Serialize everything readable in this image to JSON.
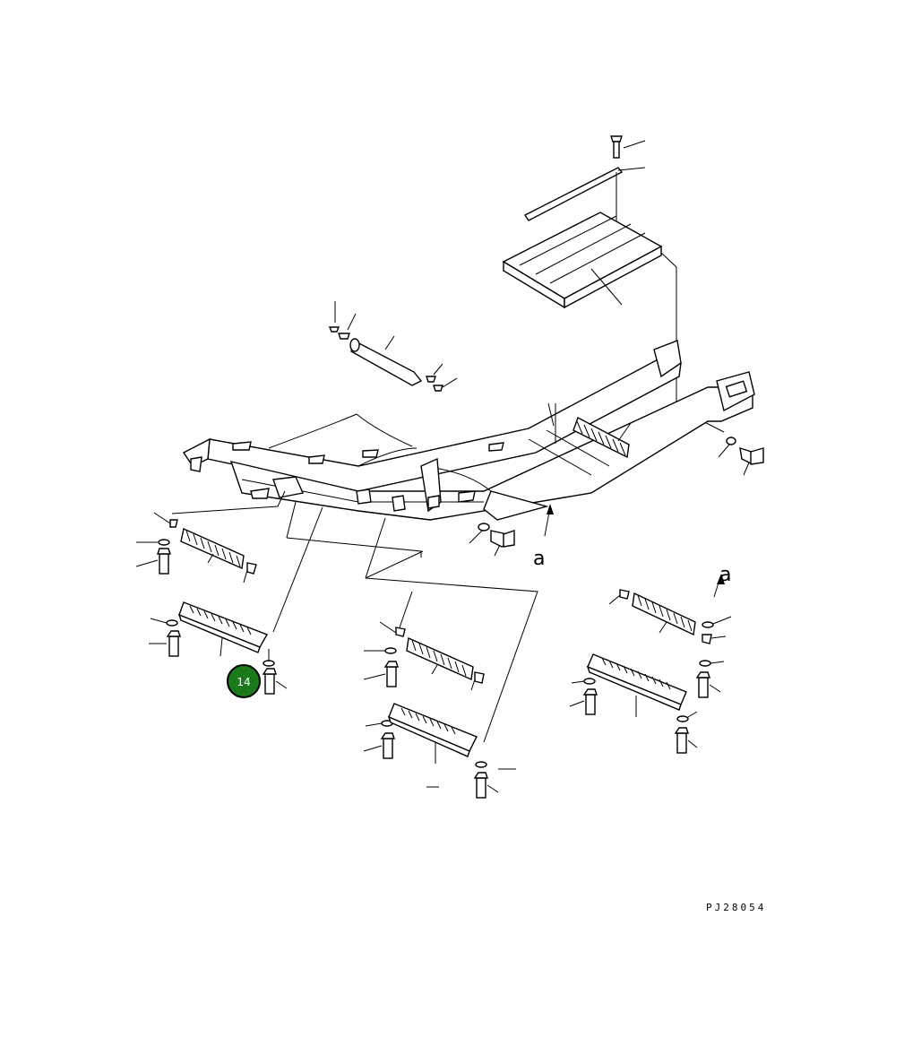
{
  "diagram": {
    "drawing_code": "PJ28054",
    "callout": {
      "number": "14",
      "color": "#1a7a1a"
    },
    "reference_marks": [
      "a",
      "a"
    ],
    "colors": {
      "line": "#000000",
      "background": "#ffffff"
    }
  }
}
